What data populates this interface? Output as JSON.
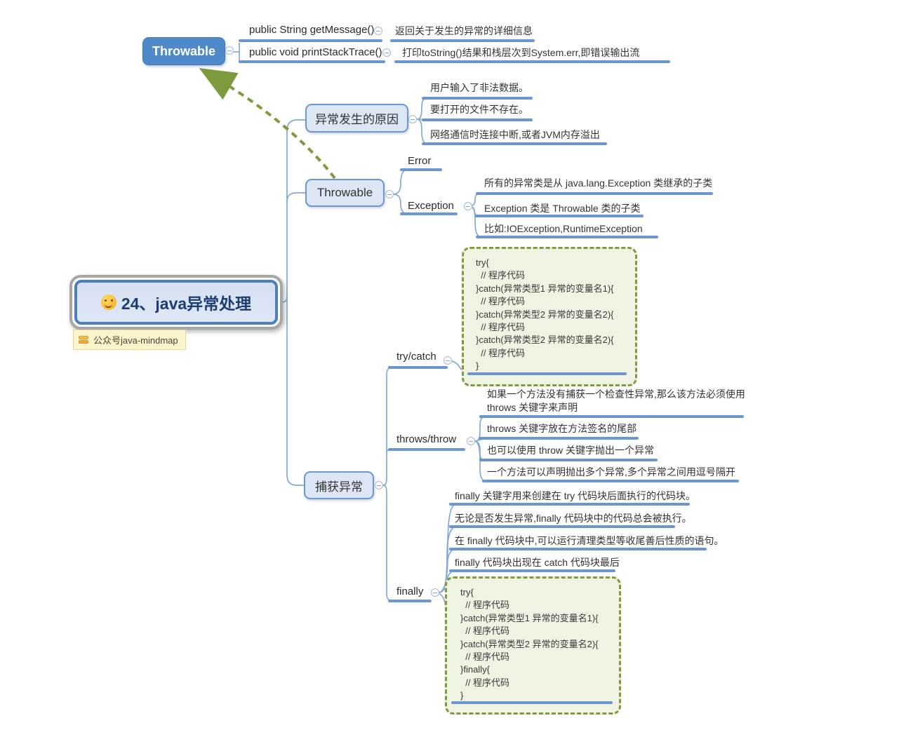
{
  "detached_throwable": {
    "title": "Throwable",
    "methods": [
      {
        "label": "public String getMessage()",
        "desc": "返回关于发生的异常的详细信息"
      },
      {
        "label": "public void printStackTrace()",
        "desc": "打印toString()结果和栈层次到System.err,即错误输出流"
      }
    ]
  },
  "central": {
    "emoji": "😊",
    "title": "24、java异常处理",
    "note": "公众号java-mindmap"
  },
  "causes": {
    "title": "异常发生的原因",
    "items": [
      "用户输入了非法数据。",
      "要打开的文件不存在。",
      "网络通信时连接中断,或者JVM内存溢出"
    ]
  },
  "throwable": {
    "title": "Throwable",
    "error_label": "Error",
    "exception_label": "Exception",
    "exception_items": [
      "所有的异常类是从 java.lang.Exception 类继承的子类",
      "Exception 类是 Throwable 类的子类",
      "比如:IOException,RuntimeException"
    ]
  },
  "catching": {
    "title": "捕获异常",
    "try_catch": {
      "label": "try/catch",
      "code": "try{\n  // 程序代码\n}catch(异常类型1 异常的变量名1){\n  // 程序代码\n}catch(异常类型2 异常的变量名2){\n  // 程序代码\n}catch(异常类型2 异常的变量名2){\n  // 程序代码\n}"
    },
    "throws_throw": {
      "label": "throws/throw",
      "items": [
        "如果一个方法没有捕获一个检查性异常,那么该方法必须使用 throws 关键字来声明",
        "throws 关键字放在方法签名的尾部",
        "也可以使用 throw 关键字抛出一个异常",
        "一个方法可以声明抛出多个异常,多个异常之间用逗号隔开"
      ]
    },
    "finally": {
      "label": "finally",
      "items": [
        "finally 关键字用来创建在 try 代码块后面执行的代码块。",
        "无论是否发生异常,finally 代码块中的代码总会被执行。",
        "在 finally 代码块中,可以运行清理类型等收尾善后性质的语句。",
        "finally 代码块出现在 catch 代码块最后"
      ],
      "code": "try{\n  // 程序代码\n}catch(异常类型1 异常的变量名1){\n  // 程序代码\n}catch(异常类型2 异常的变量名2){\n  // 程序代码\n}finally{\n  // 程序代码\n}"
    }
  },
  "icons": {
    "collapse": "minus-circle",
    "note_tag": "label-tag",
    "central_emoji": "smiley-face",
    "relation_arrow": "dashed-arrow"
  },
  "colors": {
    "topic_line": "#6a97d1",
    "connector": "#85a9d8",
    "branch_node_fill": "#dce6f4",
    "branch_node_border": "#6b98d0",
    "root_node_fill": "#4e8ac9",
    "central_border": "#4d7fbc",
    "central_text": "#1e3c74",
    "boundary_fill": "#eff3e1",
    "boundary_border": "#7f9b3e",
    "relation_arrow": "#7d9a3d",
    "note_bg": "#fcf5cb"
  }
}
